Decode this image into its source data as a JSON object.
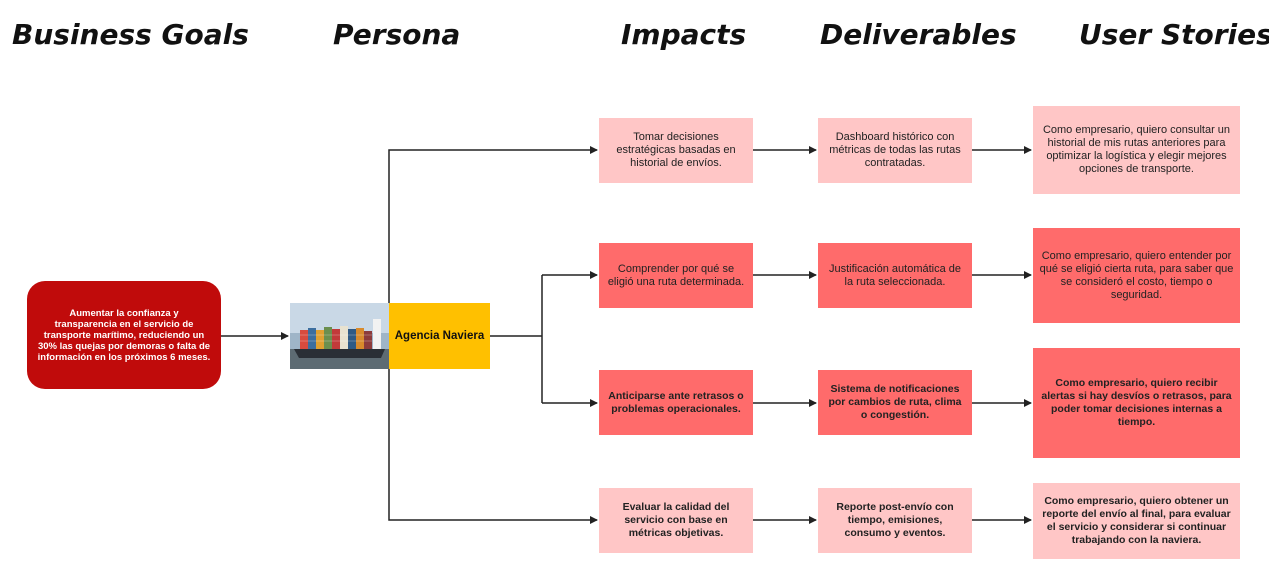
{
  "headers": {
    "business_goals": "Business Goals",
    "persona": "Persona",
    "impacts": "Impacts",
    "deliverables": "Deliverables",
    "user_stories": "User Stories"
  },
  "goal": {
    "text": "Aumentar la confianza y transparencia en el servicio de transporte marítimo, reduciendo un 30% las quejas por demoras o falta de información en los próximos 6 meses."
  },
  "persona": {
    "label": "Agencia Naviera",
    "image": "container-ship-photo"
  },
  "colors": {
    "goal": "#c00b0b",
    "persona": "#ffc000",
    "light_card": "#ffc6c6",
    "medium_card": "#ff6b6b"
  },
  "rows": [
    {
      "impact": "Tomar decisiones estratégicas basadas en historial de envíos.",
      "deliverable": "Dashboard histórico con métricas de todas las rutas contratadas.",
      "story": "Como empresario, quiero consultar un historial de mis rutas anteriores para optimizar la logística y elegir mejores opciones de transporte."
    },
    {
      "impact": "Comprender por qué se eligió una ruta determinada.",
      "deliverable": "Justificación automática de la ruta seleccionada.",
      "story": "Como empresario, quiero entender por qué se eligió cierta ruta, para saber que se consideró el costo, tiempo o seguridad."
    },
    {
      "impact": "Anticiparse ante retrasos o problemas operacionales.",
      "deliverable": "Sistema de notificaciones por cambios de ruta, clima o congestión.",
      "story": "Como empresario, quiero recibir alertas si hay desvíos o retrasos, para poder tomar decisiones internas a tiempo."
    },
    {
      "impact": "Evaluar la calidad del servicio con base en métricas objetivas.",
      "deliverable": "Reporte post-envío con tiempo, emisiones, consumo y eventos.",
      "story": "Como empresario, quiero obtener un reporte del envío al final, para evaluar el servicio y considerar si continuar trabajando con la naviera."
    }
  ]
}
